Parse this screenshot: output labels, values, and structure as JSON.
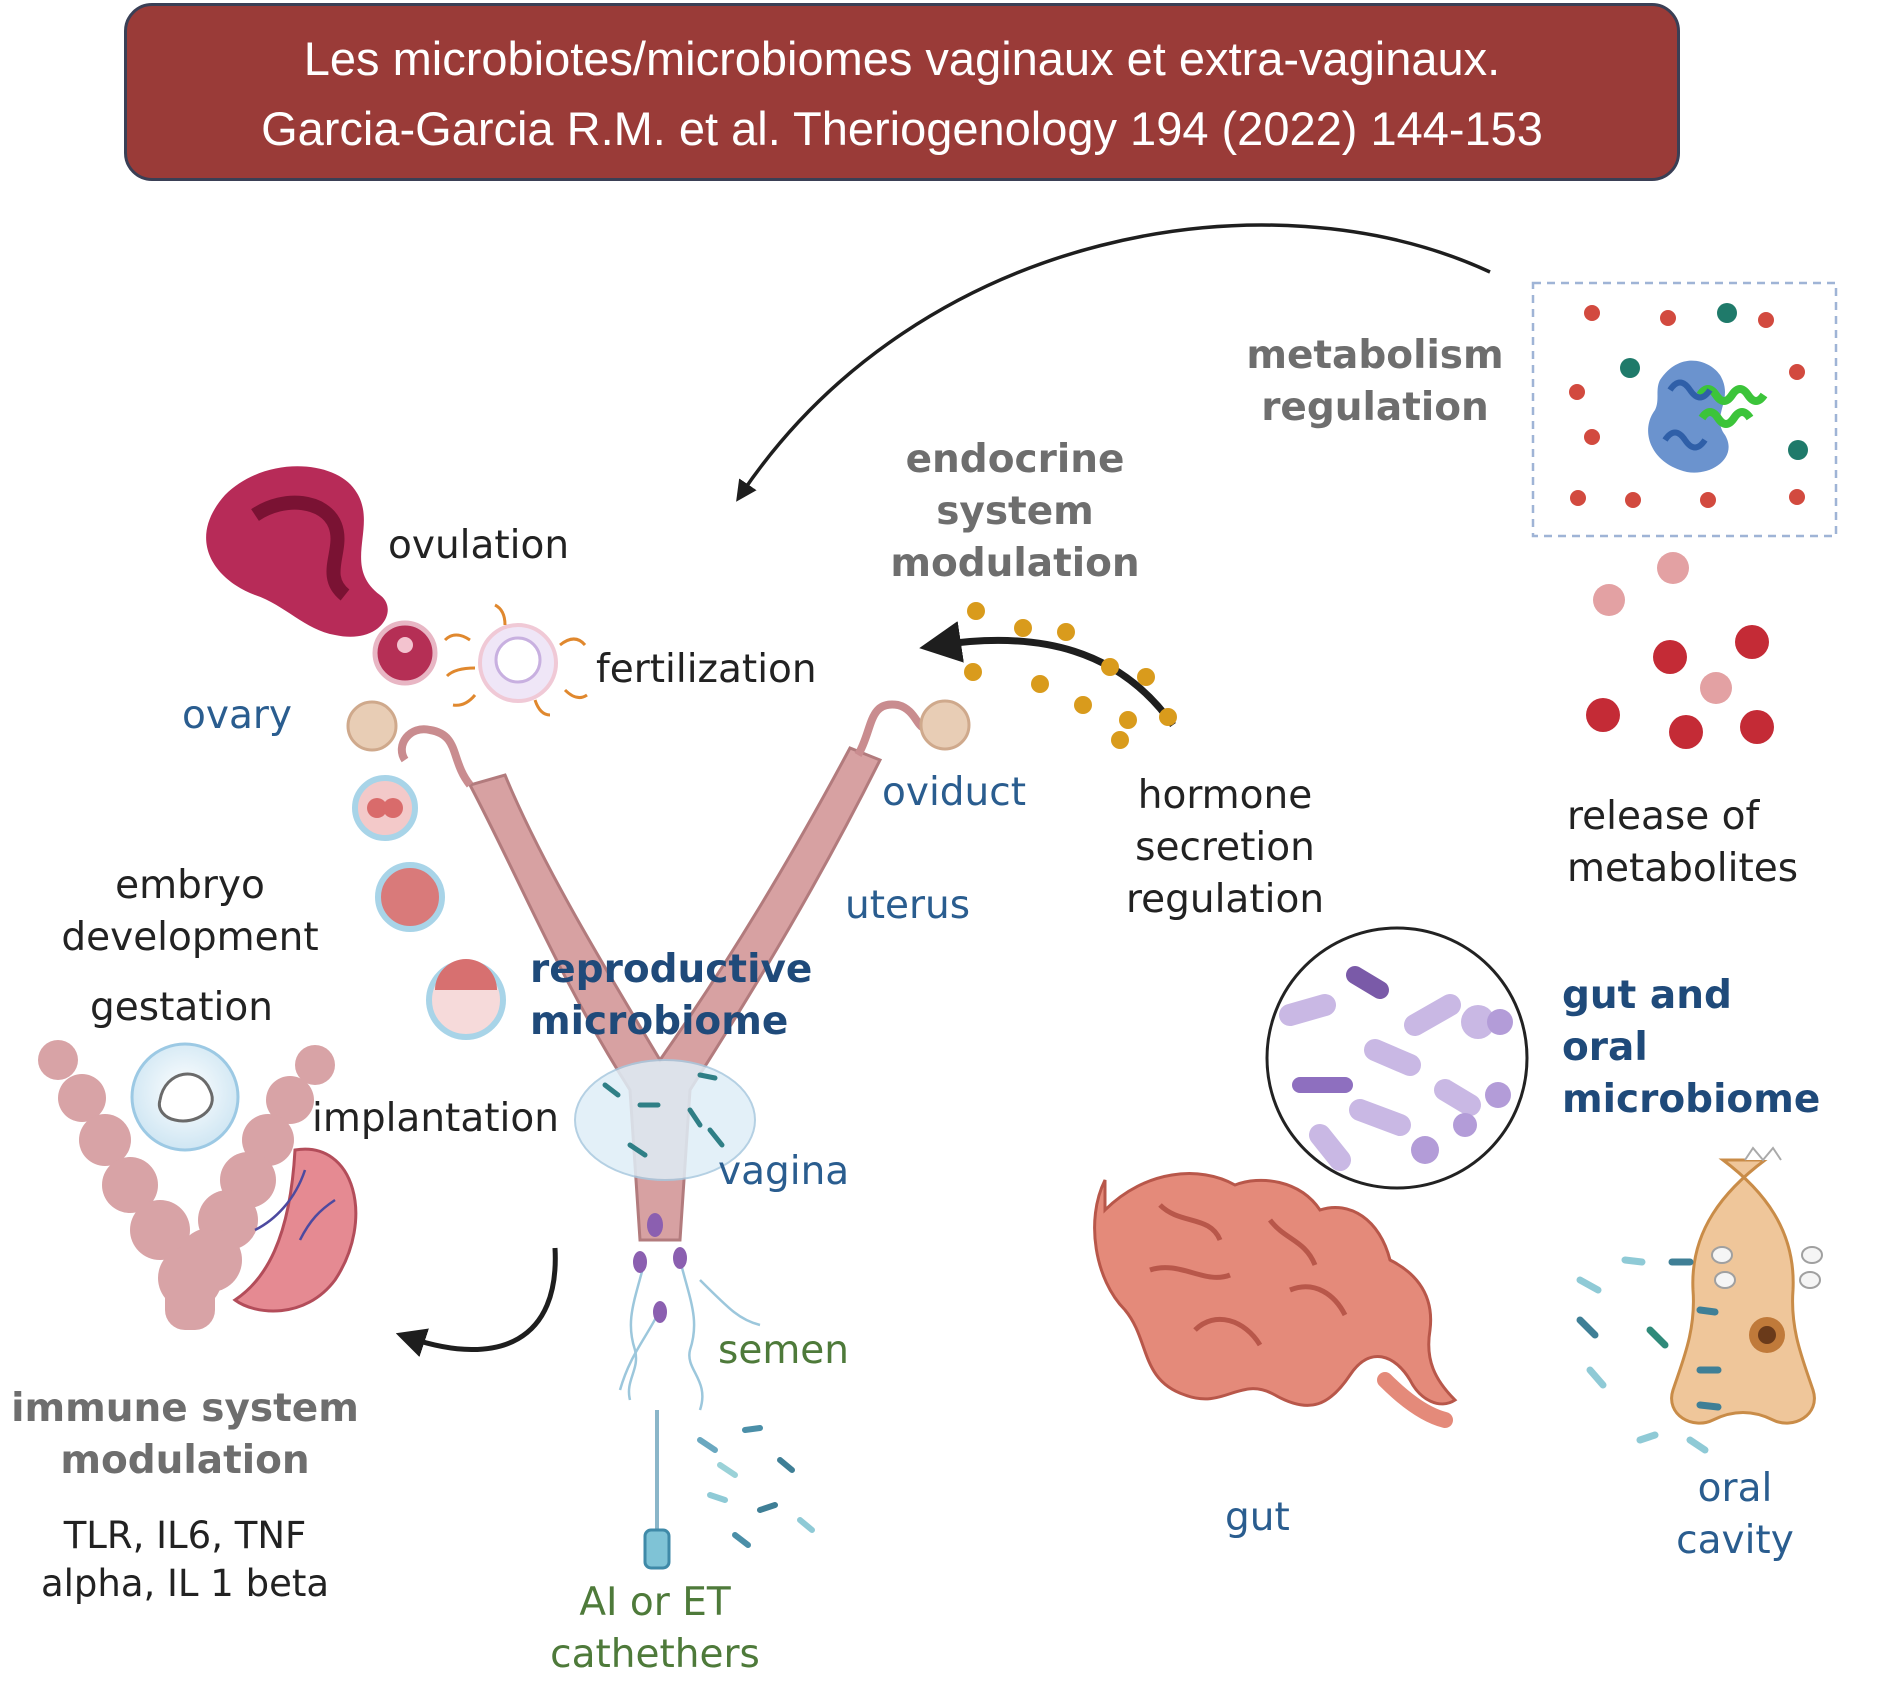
{
  "title": {
    "line1": "Les microbiotes/microbiomes vaginaux et extra-vaginaux.",
    "line2": "Garcia-Garcia R.M. et al. Theriogenology 194 (2022) 144-153"
  },
  "labels": {
    "ovulation": "ovulation",
    "fertilization": "fertilization",
    "ovary": "ovary",
    "oviduct": "oviduct",
    "uterus": "uterus",
    "embryo_development_1": "embryo",
    "embryo_development_2": "development",
    "gestation": "gestation",
    "reproductive_microbiome_1": "reproductive",
    "reproductive_microbiome_2": "microbiome",
    "implantation": "implantation",
    "vagina": "vagina",
    "semen": "semen",
    "ai_et_1": "AI or ET",
    "ai_et_2": "cathethers",
    "immune_1": "immune system",
    "immune_2": "modulation",
    "cytokines_1": "TLR, IL6, TNF",
    "cytokines_2": "alpha, IL 1 beta",
    "metabolism_1": "metabolism",
    "metabolism_2": "regulation",
    "endocrine_1": "endocrine",
    "endocrine_2": "system",
    "endocrine_3": "modulation",
    "hormone_1": "hormone",
    "hormone_2": "secretion",
    "hormone_3": "regulation",
    "release_1": "release of",
    "release_2": "metabolites",
    "gut_oral_1": "gut and",
    "gut_oral_2": "oral",
    "gut_oral_3": "microbiome",
    "gut": "gut",
    "oral_1": "oral",
    "oral_2": "cavity"
  },
  "colors": {
    "title_bg": "#9a3b38",
    "title_border": "#3a3f55",
    "label_blue": "#2a5d8f",
    "label_gray": "#6e6e6e",
    "label_green": "#4e7a3a",
    "reproductive_tract": "#d7a1a2",
    "gut": "#e48a7a",
    "bacteria": "#c5b1df",
    "metabolite": "#c42b36",
    "hormone": "#d99b1c"
  }
}
